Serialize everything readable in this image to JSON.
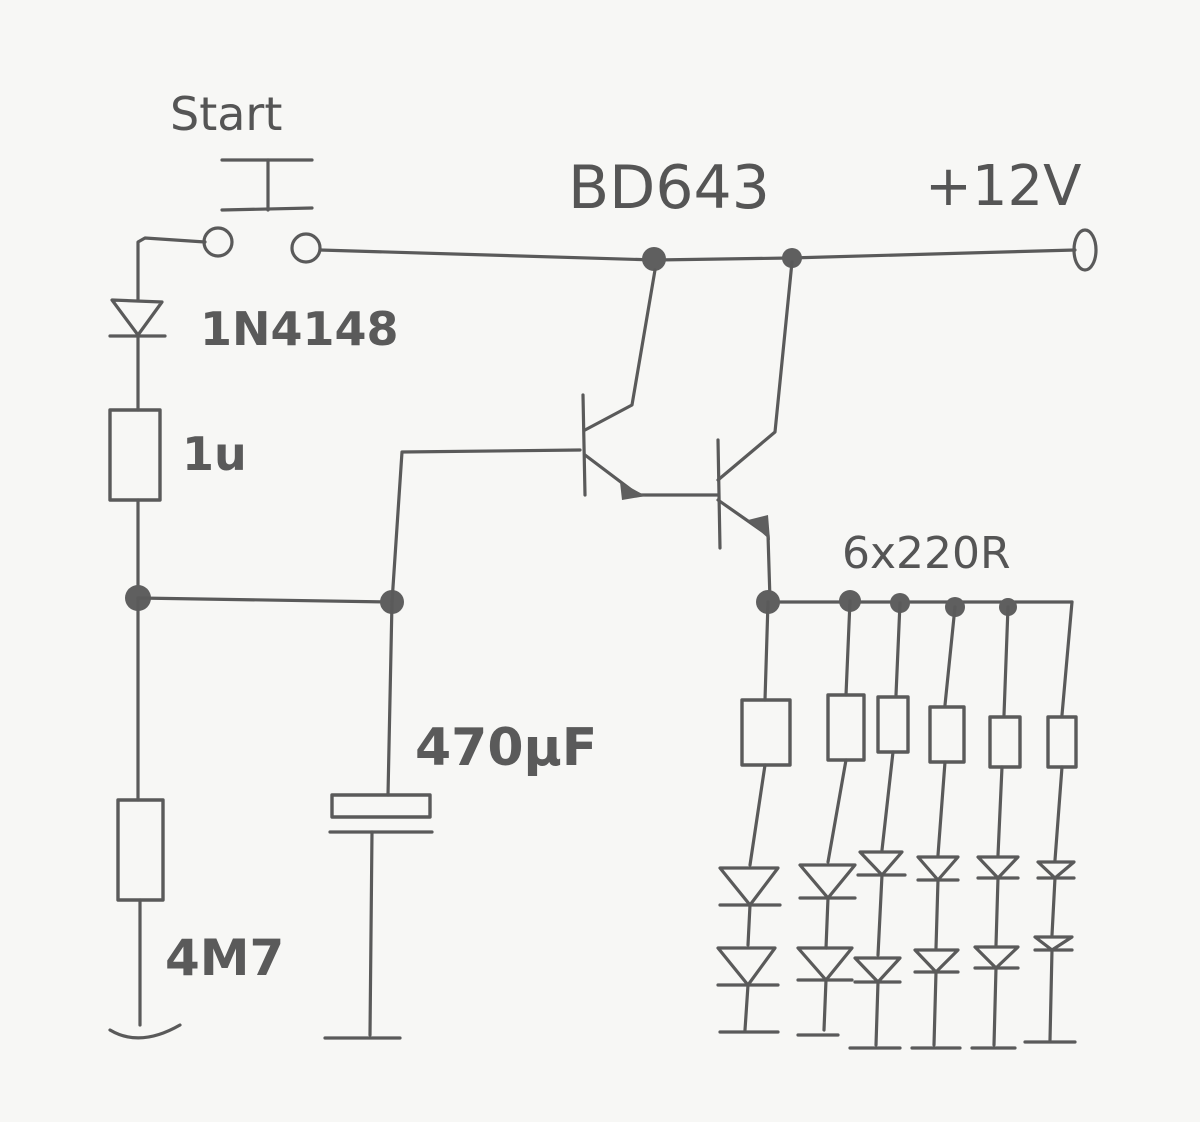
{
  "labels": {
    "start": "Start",
    "transistor": "BD643",
    "supply": "+12V",
    "diode": "1N4148",
    "resistor_base": "1u",
    "capacitor": "470µF",
    "resistor_bottom": "4M7",
    "led_resistors": "6x220R"
  },
  "colors": {
    "paper": "#f7f7f5",
    "pencil": "#5a5a5a"
  }
}
